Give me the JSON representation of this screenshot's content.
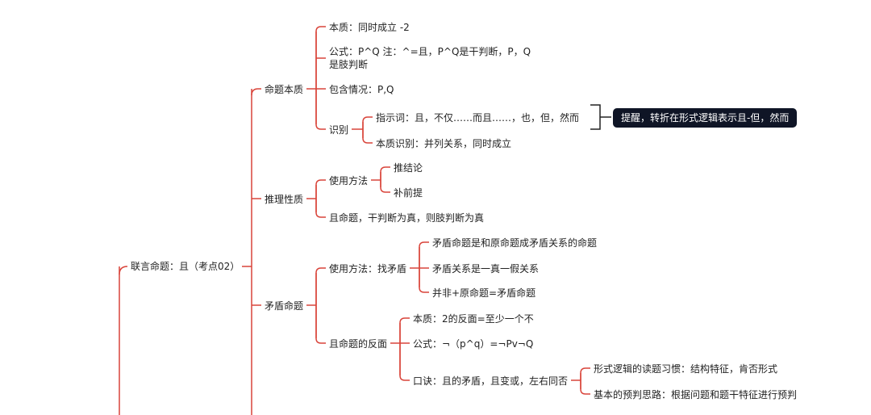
{
  "mindmap": {
    "root": "联言命题：且（考点02）",
    "branches": {
      "essence": {
        "label": "命题本质",
        "items": {
          "nature": "本质：同时成立 -2",
          "formula": "公式：P^Q 注：^=且，P^Q是干判断，P，Q是肢判断",
          "contains": "包含情况：P,Q",
          "identify": {
            "label": "识别",
            "indicator": "指示词：且，不仅……而且……，也，但，然而",
            "essence_id": "本质识别：并列关系，同时成立"
          }
        },
        "callout": "提醒，转折在形式逻辑表示且-但，然而"
      },
      "reasoning": {
        "label": "推理性质",
        "method": {
          "label": "使用方法",
          "push": "推结论",
          "supplement": "补前提"
        },
        "rule": "且命题，干判断为真，则肢判断为真"
      },
      "contradiction": {
        "label": "矛盾命题",
        "method": {
          "label": "使用方法：找矛盾",
          "item1": "矛盾命题是和原命题成矛盾关系的命题",
          "item2": "矛盾关系是一真一假关系",
          "item3": "并非+原命题=矛盾命题"
        },
        "negation": {
          "label": "且命题的反面",
          "nature": "本质：2的反面=至少一个不",
          "formula": "公式：¬（p^q）=¬Pv¬Q",
          "mnemonic": {
            "label": "口诀：且的矛盾，且变或，左右同否",
            "habit": "形式逻辑的读题习惯：结构特征，肯否形式",
            "prejudge": "基本的预判思路：根据问题和题干特征进行预判"
          }
        }
      }
    },
    "colors": {
      "line": "#d9443a",
      "callout_bg": "#0f1526",
      "callout_line": "#222222"
    }
  }
}
